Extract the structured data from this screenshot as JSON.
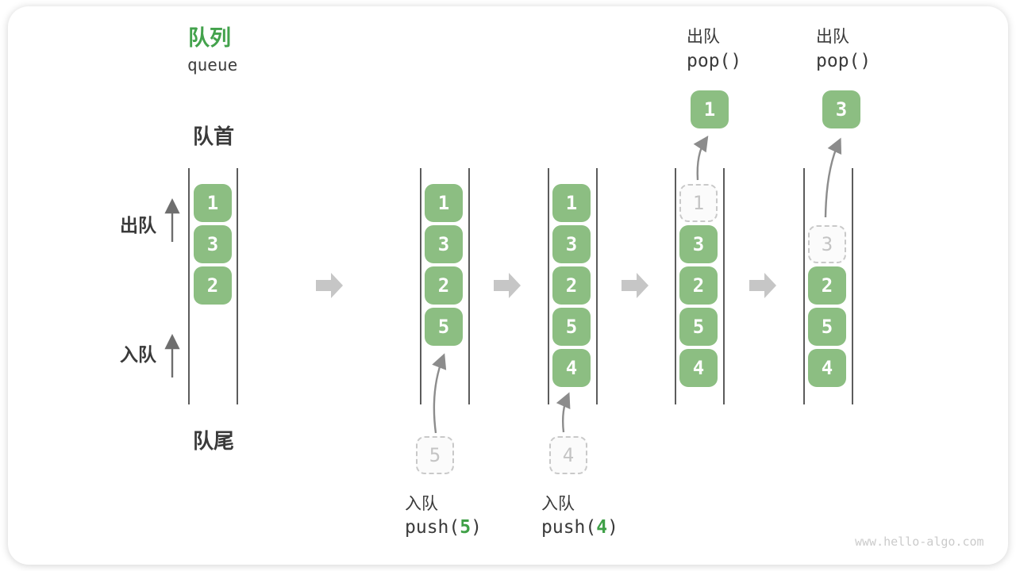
{
  "title": {
    "cn": "队列",
    "en": "queue"
  },
  "labels": {
    "front": "队首",
    "rear": "队尾",
    "dequeue": "出队",
    "enqueue": "入队"
  },
  "colors": {
    "accent_green": "#43A24C",
    "box_green": "#8CBE82",
    "block_arrow_gray": "#C6C6C6",
    "line_gray": "#5C5C5C",
    "text_dark": "#3A3A3A",
    "ghost_gray": "#C4C4C4"
  },
  "states": [
    {
      "slots": [
        {
          "v": "1"
        },
        {
          "v": "3"
        },
        {
          "v": "2"
        }
      ]
    },
    {
      "slots": [
        {
          "v": "1"
        },
        {
          "v": "3"
        },
        {
          "v": "2"
        },
        {
          "v": "5"
        }
      ]
    },
    {
      "slots": [
        {
          "v": "1"
        },
        {
          "v": "3"
        },
        {
          "v": "2"
        },
        {
          "v": "5"
        },
        {
          "v": "4"
        }
      ]
    },
    {
      "slots": [
        {
          "v": "1",
          "dashed": true
        },
        {
          "v": "3"
        },
        {
          "v": "2"
        },
        {
          "v": "5"
        },
        {
          "v": "4"
        }
      ]
    },
    {
      "slots": [
        {
          "v": "3",
          "dashed": true
        },
        {
          "v": "2"
        },
        {
          "v": "5"
        },
        {
          "v": "4"
        }
      ]
    }
  ],
  "push_ops": [
    {
      "label": "入队",
      "fn_open": "push(",
      "arg": "5",
      "fn_close": ")",
      "staged": "5"
    },
    {
      "label": "入队",
      "fn_open": "push(",
      "arg": "4",
      "fn_close": ")",
      "staged": "4"
    }
  ],
  "pop_ops": [
    {
      "label": "出队",
      "fn": "pop()",
      "result": "1"
    },
    {
      "label": "出队",
      "fn": "pop()",
      "result": "3"
    }
  ],
  "watermark": "www.hello-algo.com"
}
